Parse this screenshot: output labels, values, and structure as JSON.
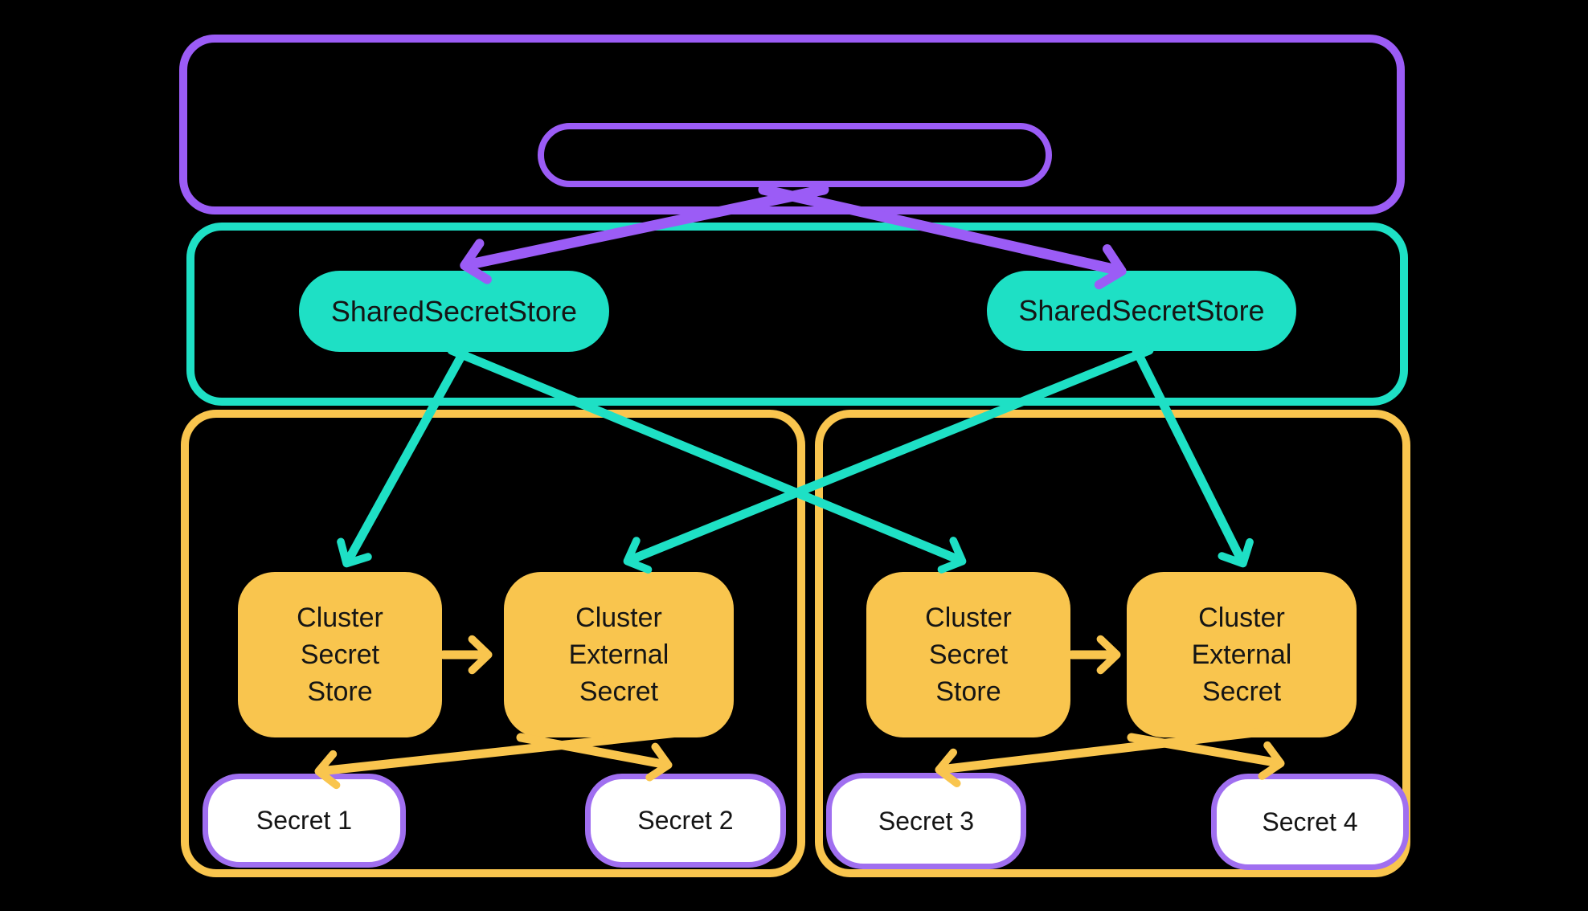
{
  "colors": {
    "background": "#000000",
    "purple": "#9B5CF6",
    "teal": "#1EE0C5",
    "yellow": "#F9C54E",
    "secret_pill_border": "#A06FF0",
    "secret_pill_fill": "#FFFFFF",
    "text": "#151515"
  },
  "containers": {
    "top_purple_group": {
      "label": ""
    },
    "top_inner_pill": {
      "label": ""
    },
    "teal_group": {
      "label": ""
    },
    "yellow_group_left": {
      "label": ""
    },
    "yellow_group_right": {
      "label": ""
    }
  },
  "nodes": {
    "shared_left": {
      "label": "SharedSecretStore"
    },
    "shared_right": {
      "label": "SharedSecretStore"
    },
    "cluster_secret_store_left": {
      "line1": "Cluster",
      "line2": "Secret",
      "line3": "Store"
    },
    "cluster_external_secret_left": {
      "line1": "Cluster",
      "line2": "External",
      "line3": "Secret"
    },
    "cluster_secret_store_right": {
      "line1": "Cluster",
      "line2": "Secret",
      "line3": "Store"
    },
    "cluster_external_secret_right": {
      "line1": "Cluster",
      "line2": "External",
      "line3": "Secret"
    },
    "secret_1": {
      "label": "Secret 1"
    },
    "secret_2": {
      "label": "Secret 2"
    },
    "secret_3": {
      "label": "Secret 3"
    },
    "secret_4": {
      "label": "Secret 4"
    }
  },
  "edges": [
    {
      "from": "top_inner_pill",
      "to": "shared_left",
      "color": "#9B5CF6"
    },
    {
      "from": "top_inner_pill",
      "to": "shared_right",
      "color": "#9B5CF6"
    },
    {
      "from": "shared_left",
      "to": "cluster_secret_store_left",
      "color": "#1EE0C5"
    },
    {
      "from": "shared_left",
      "to": "cluster_secret_store_right",
      "color": "#1EE0C5"
    },
    {
      "from": "shared_right",
      "to": "cluster_external_secret_left",
      "color": "#1EE0C5"
    },
    {
      "from": "shared_right",
      "to": "cluster_external_secret_right",
      "color": "#1EE0C5"
    },
    {
      "from": "cluster_secret_store_left",
      "to": "cluster_external_secret_left",
      "color": "#F9C54E"
    },
    {
      "from": "cluster_secret_store_right",
      "to": "cluster_external_secret_right",
      "color": "#F9C54E"
    },
    {
      "from": "cluster_external_secret_left",
      "to": "secret_1",
      "color": "#F9C54E"
    },
    {
      "from": "cluster_external_secret_left",
      "to": "secret_2",
      "color": "#F9C54E"
    },
    {
      "from": "cluster_external_secret_right",
      "to": "secret_3",
      "color": "#F9C54E"
    },
    {
      "from": "cluster_external_secret_right",
      "to": "secret_4",
      "color": "#F9C54E"
    }
  ]
}
